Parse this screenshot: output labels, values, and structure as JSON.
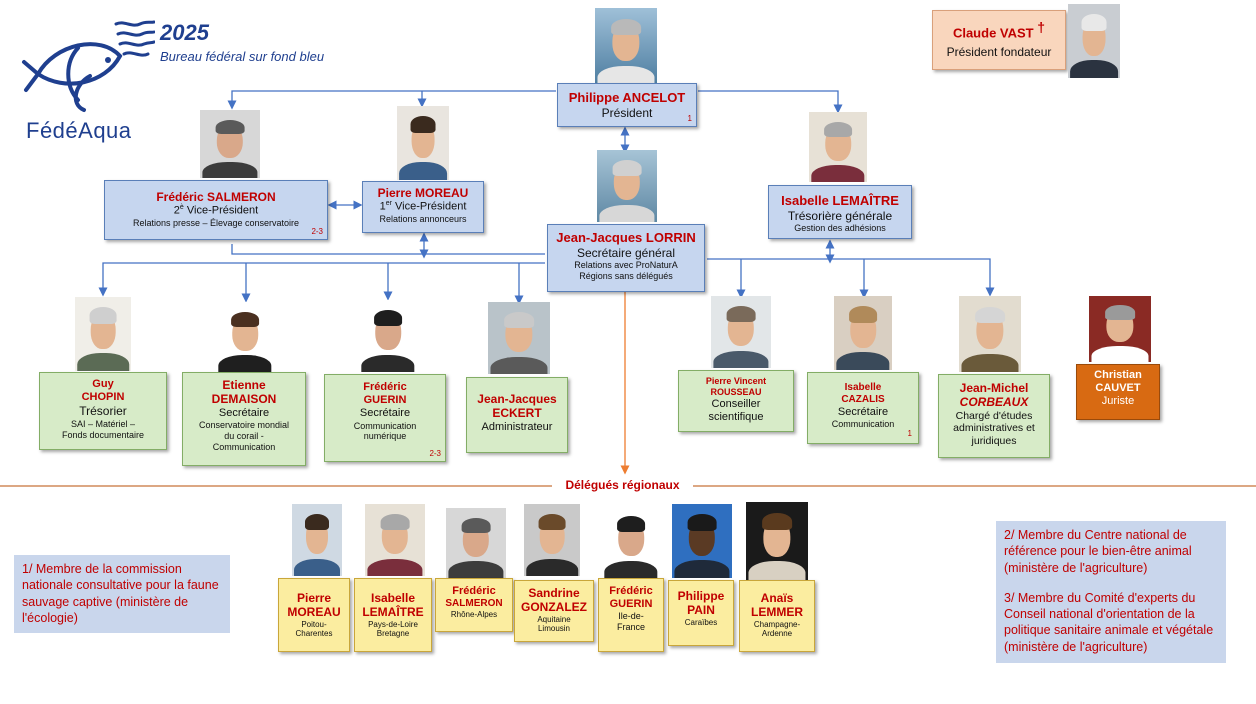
{
  "header": {
    "year": "2025",
    "subtitle": "Bureau fédéral sur fond bleu",
    "logo_text": "FédéAqua"
  },
  "founder": {
    "name": "Claude VAST",
    "cross": "†",
    "role": "Président fondateur"
  },
  "president": {
    "name": "Philippe ANCELOT",
    "role": "Président",
    "ref": "1"
  },
  "vp2": {
    "first": "Frédéric",
    "last": "SALMERON",
    "role_prefix": "2",
    "role_sup": "è",
    "role_suffix": " Vice-Président",
    "detail": "Relations presse – Élevage conservatoire",
    "ref": "2-3"
  },
  "vp1": {
    "name": "Pierre MOREAU",
    "role_prefix": "1",
    "role_sup": "er",
    "role_suffix": " Vice-Président",
    "detail": "Relations annonceurs"
  },
  "treasurer_general": {
    "name": "Isabelle LEMAÎTRE",
    "role": "Trésorière générale",
    "detail": "Gestion des adhésions"
  },
  "secretary_general": {
    "name": "Jean-Jacques LORRIN",
    "role": "Secrétaire général",
    "detail1": "Relations avec ProNaturA",
    "detail2": "Régions sans délégués"
  },
  "members": [
    {
      "first": "Guy",
      "last": "CHOPIN",
      "role": "Trésorier",
      "d1": "SAI – Matériel –",
      "d2": "Fonds documentaire",
      "ref": ""
    },
    {
      "first": "Etienne",
      "last": "DEMAISON",
      "role": "Secrétaire",
      "d1": "Conservatoire mondial",
      "d2": "du corail -",
      "d3": "Communication",
      "ref": ""
    },
    {
      "first": "Frédéric",
      "last": "GUERIN",
      "role": "Secrétaire",
      "d1": "Communication",
      "d2": "numérique",
      "ref": "2-3"
    },
    {
      "first": "Jean-Jacques",
      "last": "ECKERT",
      "role": "Administrateur"
    },
    {
      "first": "Pierre Vincent",
      "last": "ROUSSEAU",
      "role": "Conseiller",
      "role2": "scientifique"
    },
    {
      "first": "Isabelle",
      "last": "CAZALIS",
      "role": "Secrétaire",
      "d1": "Communication",
      "ref": "1"
    },
    {
      "first": "Jean-Michel",
      "last": "CORBEAUX",
      "d1": "Chargé d'études",
      "d2": "administratives et",
      "d3": "juridiques"
    },
    {
      "first": "Christian",
      "last": "CAUVET",
      "role": "Juriste"
    }
  ],
  "delegates_title": "Délégués régionaux",
  "delegates": [
    {
      "first": "Pierre",
      "last": "MOREAU",
      "region1": "Poitou-",
      "region2": "Charentes"
    },
    {
      "first": "Isabelle",
      "last": "LEMAÎTRE",
      "region1": "Pays-de-Loire",
      "region2": "Bretagne"
    },
    {
      "first": "Frédéric",
      "last": "SALMERON",
      "region1": "Rhône-Alpes",
      "region2": ""
    },
    {
      "first": "Sandrine",
      "last": "GONZALEZ",
      "region1": "Aquitaine",
      "region2": "Limousin"
    },
    {
      "first": "Frédéric",
      "last": "GUERIN",
      "region1": "Ile-de-",
      "region2": "France"
    },
    {
      "first": "Philippe",
      "last": "PAIN",
      "region1": "Caraïbes",
      "region2": ""
    },
    {
      "first": "Anaïs",
      "last": "LEMMER",
      "region1": "Champagne-",
      "region2": "Ardenne"
    }
  ],
  "notes": {
    "note1": "1/ Membre de la commission nationale consultative pour la faune sauvage captive (ministère de l'écologie)",
    "note2": "2/ Membre du Centre national de référence pour le bien-être animal (ministère de l'agriculture)",
    "note3": "3/ Membre du Comité d'experts du Conseil national d'orientation de la politique sanitaire animale et végétale (ministère de l'agriculture)"
  },
  "colors": {
    "name_red": "#c00000",
    "blue_box": "#c6d6ef",
    "green_box": "#d7ebc8",
    "yellow_box": "#fbeda0",
    "orange_box": "#d86a12",
    "line_blue": "#4472c4",
    "line_orange": "#ed7d31",
    "title_blue": "#1f3f8f"
  }
}
